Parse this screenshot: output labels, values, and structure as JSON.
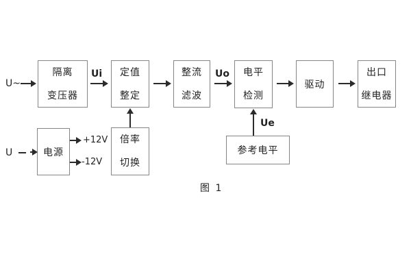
{
  "figure": {
    "caption": "图 1",
    "colors": {
      "background": "#ffffff",
      "box_border": "#858585",
      "line": "#2b2b2b",
      "text": "#222222"
    },
    "inputs": {
      "ac": "U~",
      "dc": "U"
    },
    "power_rails": {
      "positive": "+12V",
      "negative": "-12V"
    },
    "signals": {
      "ui": "Ui",
      "uo": "Uo",
      "ue": "Ue"
    },
    "blocks": {
      "isolation": {
        "line1": "隔离",
        "line2": "变压器"
      },
      "setting": {
        "line1": "定值",
        "line2": "整定"
      },
      "rectifier": {
        "line1": "整流",
        "line2": "滤波"
      },
      "level": {
        "line1": "电平",
        "line2": "检测"
      },
      "drive": {
        "label": "驱动"
      },
      "output_relay": {
        "line1": "出口",
        "line2": "继电器"
      },
      "power": {
        "label": "电源"
      },
      "ratio": {
        "line1": "倍率",
        "line2": "切换"
      },
      "reference": {
        "label": "参考电平"
      }
    }
  }
}
